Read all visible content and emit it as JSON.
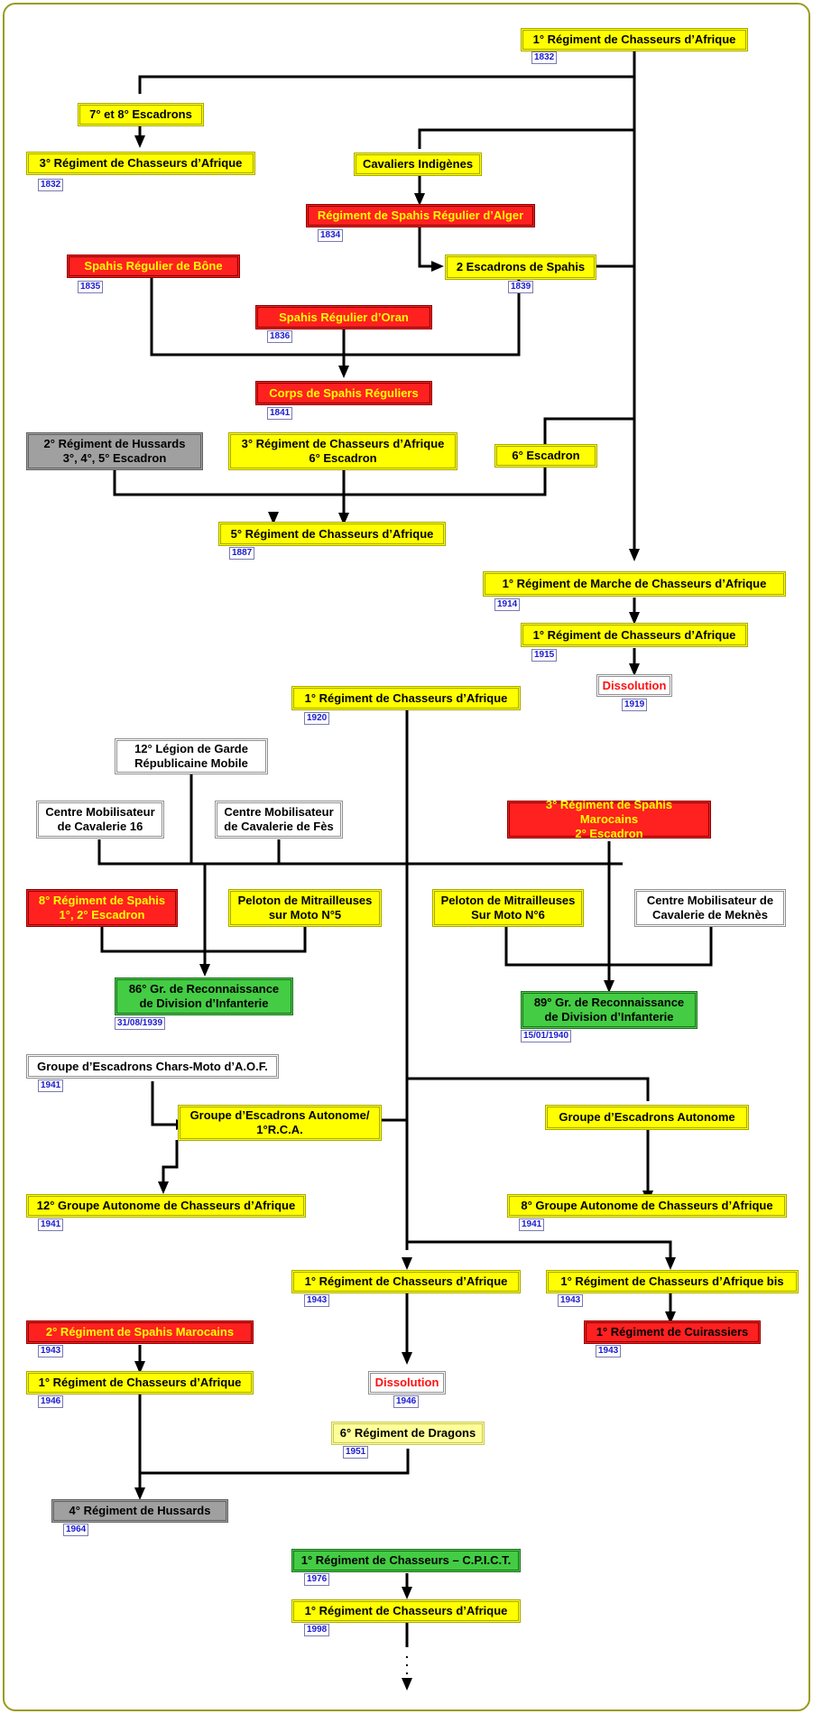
{
  "nodes": {
    "n1": {
      "label": "1° Régiment de Chasseurs d’Afrique",
      "year": "1832"
    },
    "n2": {
      "label": "7° et 8° Escadrons"
    },
    "n3": {
      "label": "3° Régiment de Chasseurs d’Afrique",
      "year": "1832"
    },
    "n4": {
      "label": "Cavaliers Indigènes"
    },
    "n5": {
      "label": "Régiment de Spahis Régulier d’Alger",
      "year": "1834"
    },
    "n6": {
      "label": "Spahis Régulier de Bône",
      "year": "1835"
    },
    "n7": {
      "label": "2 Escadrons de Spahis",
      "year": "1839"
    },
    "n8": {
      "label": "Spahis Régulier d’Oran",
      "year": "1836"
    },
    "n9": {
      "label": "Corps de Spahis Réguliers",
      "year": "1841"
    },
    "n10": {
      "label": "2° Régiment de Hussards\n3°, 4°, 5° Escadron"
    },
    "n11": {
      "label": "3° Régiment de Chasseurs d’Afrique\n6° Escadron"
    },
    "n12": {
      "label": "6° Escadron"
    },
    "n13": {
      "label": "5° Régiment de Chasseurs d’Afrique",
      "year": "1887"
    },
    "n14": {
      "label": "1° Régiment de Marche de Chasseurs d’Afrique",
      "year": "1914"
    },
    "n15": {
      "label": "1° Régiment de Chasseurs d’Afrique",
      "year": "1915"
    },
    "n16": {
      "label": "Dissolution",
      "year": "1919"
    },
    "n17": {
      "label": "1° Régiment de Chasseurs d’Afrique",
      "year": "1920"
    },
    "n18": {
      "label": "12° Légion de Garde\nRépublicaine Mobile"
    },
    "n19": {
      "label": "Centre Mobilisateur\nde Cavalerie 16"
    },
    "n20": {
      "label": "Centre Mobilisateur\nde Cavalerie de Fès"
    },
    "n21": {
      "label": "3° Régiment de Spahis Marocains\n2° Escadron"
    },
    "n22": {
      "label": "8° Régiment de Spahis\n1°, 2° Escadron"
    },
    "n23": {
      "label": "Peloton de Mitrailleuses\nsur Moto N°5"
    },
    "n24": {
      "label": "Peloton de Mitrailleuses\nSur Moto N°6"
    },
    "n25": {
      "label": "Centre Mobilisateur de\nCavalerie de Meknès"
    },
    "n26": {
      "label": "86° Gr. de Reconnaissance\nde Division d’Infanterie",
      "year": "31/08/1939"
    },
    "n27": {
      "label": "89° Gr. de Reconnaissance\nde Division d’Infanterie",
      "year": "15/01/1940"
    },
    "n28": {
      "label": "Groupe d’Escadrons Chars-Moto d’A.O.F.",
      "year": "1941"
    },
    "n29": {
      "label": "Groupe d’Escadrons Autonome/\n1°R.C.A."
    },
    "n30": {
      "label": "Groupe d’Escadrons Autonome"
    },
    "n31": {
      "label": "12° Groupe Autonome de Chasseurs d’Afrique",
      "year": "1941"
    },
    "n32": {
      "label": "8° Groupe Autonome de Chasseurs d’Afrique",
      "year": "1941"
    },
    "n33": {
      "label": "1° Régiment de Chasseurs d’Afrique",
      "year": "1943"
    },
    "n34": {
      "label": "1° Régiment de Chasseurs d’Afrique bis",
      "year": "1943"
    },
    "n35": {
      "label": "2° Régiment de Spahis Marocains",
      "year": "1943"
    },
    "n36": {
      "label": "1° Régiment de Cuirassiers",
      "year": "1943"
    },
    "n37": {
      "label": "1° Régiment de Chasseurs d’Afrique",
      "year": "1946"
    },
    "n38": {
      "label": "Dissolution",
      "year": "1946"
    },
    "n39": {
      "label": "6° Régiment de Dragons",
      "year": "1951"
    },
    "n40": {
      "label": "4° Régiment de Hussards",
      "year": "1964"
    },
    "n41": {
      "label": "1° Régiment de Chasseurs – C.P.I.C.T.",
      "year": "1976"
    },
    "n42": {
      "label": "1° Régiment de Chasseurs d’Afrique",
      "year": "1998"
    }
  },
  "continuation": ".",
  "colors": {
    "yellow": "#ffff00",
    "red": "#ff2020",
    "grey": "#a0a0a0",
    "white": "#ffffff",
    "green": "#44cc44",
    "pale_yellow": "#ffff99",
    "year_text": "#1a1ad0",
    "frame": "#9a9a1e"
  }
}
